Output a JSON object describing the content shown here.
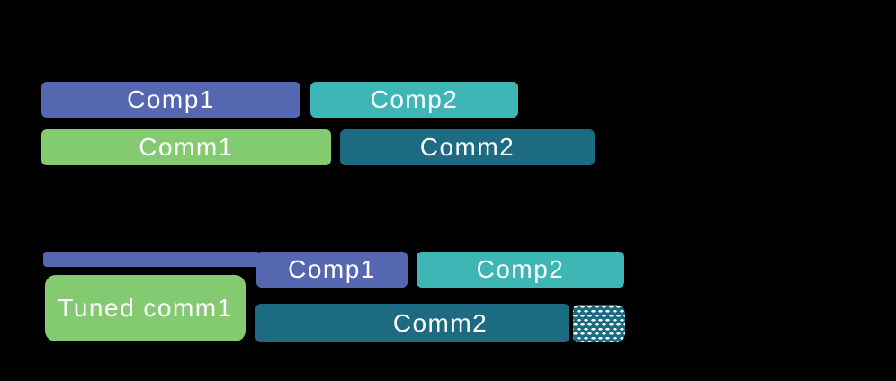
{
  "colors": {
    "bg": "#000000",
    "comp1": "#5667b2",
    "comp2": "#3db6b5",
    "comm1": "#84ca70",
    "comm2": "#1d6b80",
    "label": "#ffffff",
    "dots": "#ffffff"
  },
  "baseline": {
    "comp1_label": "Comp1",
    "comp2_label": "Comp2",
    "comm1_label": "Comm1",
    "comm2_label": "Comm2"
  },
  "tuned": {
    "comp1_label": "Comp1",
    "comp2_label": "Comp2",
    "comm1_label": "Tuned comm1",
    "comm2_label": "Comm2"
  }
}
